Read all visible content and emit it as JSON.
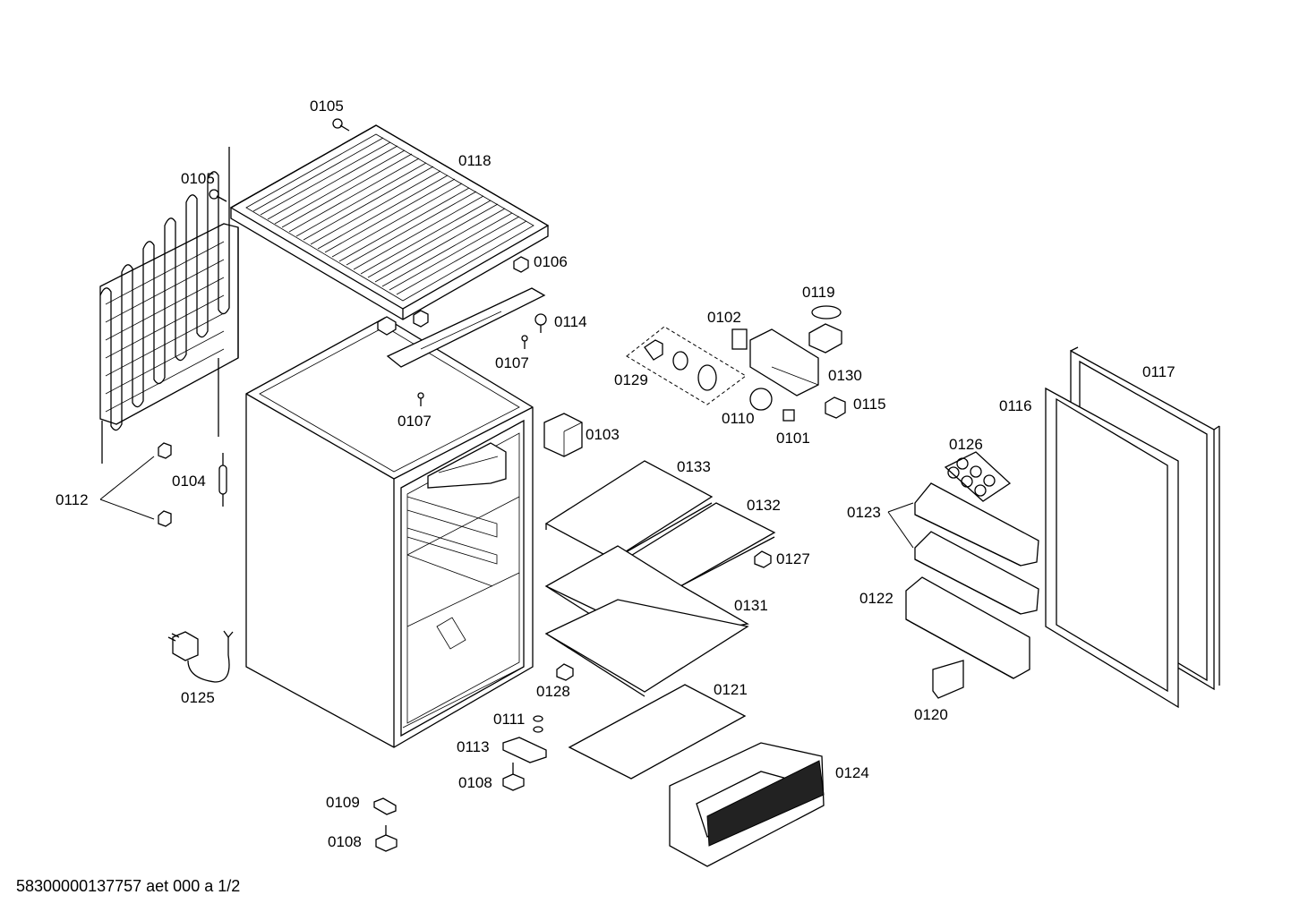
{
  "labels": {
    "p0105a": "0105",
    "p0105b": "0105",
    "p0118": "0118",
    "p0106": "0106",
    "p0114": "0114",
    "p0107a": "0107",
    "p0107b": "0107",
    "p0112": "0112",
    "p0104": "0104",
    "p0125": "0125",
    "p0102": "0102",
    "p0119": "0119",
    "p0129": "0129",
    "p0130": "0130",
    "p0115": "0115",
    "p0110": "0110",
    "p0101": "0101",
    "p0103": "0103",
    "p0133": "0133",
    "p0132": "0132",
    "p0127": "0127",
    "p0131": "0131",
    "p0128": "0128",
    "p0121": "0121",
    "p0111": "0111",
    "p0113": "0113",
    "p0108a": "0108",
    "p0108b": "0108",
    "p0109": "0109",
    "p0124": "0124",
    "p0117": "0117",
    "p0116": "0116",
    "p0126": "0126",
    "p0123": "0123",
    "p0122": "0122",
    "p0120": "0120"
  },
  "footer": "58300000137757 aet 000 a 1/2"
}
